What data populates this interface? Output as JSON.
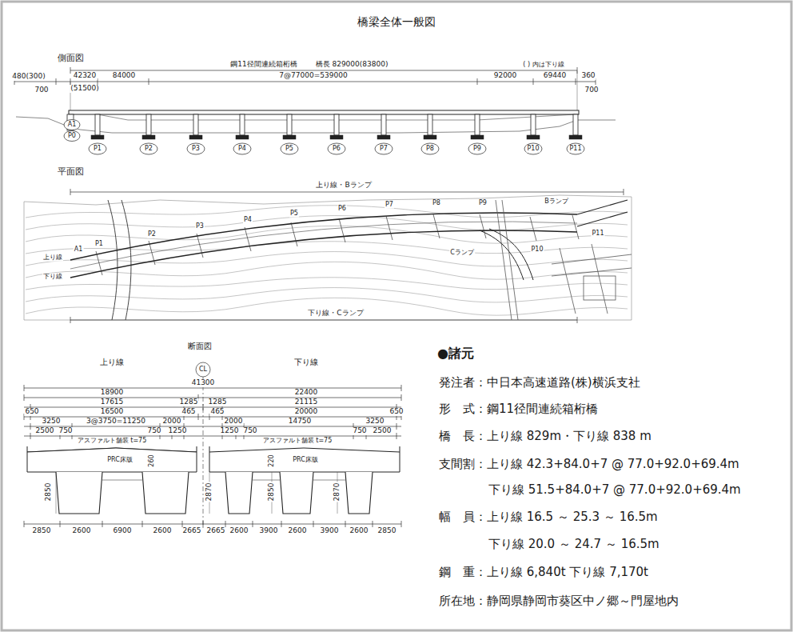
{
  "diagram": {
    "title": "橋梁全体一般図",
    "labels": [
      "側面図",
      "鋼11径間連続箱桁橋",
      "橋長 829000(83800)",
      "(  ) 内は下り線",
      "480(300)",
      "42320",
      "84000",
      "7@77000=539000",
      "92000",
      "69440",
      "360",
      "700",
      "(51500)",
      "700",
      "A1",
      "P0",
      "P1",
      "P2",
      "P3",
      "P4",
      "P5",
      "P6",
      "P7",
      "P8",
      "P9",
      "P10",
      "P11",
      "平面図",
      "上り線・Bランプ",
      "下り線・Cランプ",
      "上り線",
      "下り線",
      "A1",
      "P1",
      "P2",
      "P3",
      "P4",
      "P5",
      "P6",
      "P7",
      "P8",
      "P9",
      "Bランプ",
      "Cランプ",
      "P10",
      "P11",
      "断面図",
      "上り線",
      "下り線",
      "CL",
      "41300",
      "18900",
      "22400",
      "17615",
      "1285",
      "1285",
      "21115",
      "650",
      "16500",
      "465",
      "465",
      "20000",
      "650",
      "3250",
      "3@3750=11250",
      "2000",
      "2000",
      "14750",
      "3250",
      "2500",
      "750",
      "750",
      "1250",
      "1250",
      "750",
      "750",
      "2500",
      "アスファルト舗装 t=75",
      "アスファルト舗装 t=75",
      "PRC床版",
      "PRC床版",
      "260",
      "220",
      "2850",
      "2870",
      "2850",
      "2870",
      "2850",
      "2600",
      "6900",
      "2600",
      "2665",
      "2665",
      "2600",
      "3900",
      "2600",
      "3900",
      "2600",
      "2850",
      "●諸元",
      "発注者：中日本高速道路(株)横浜支社",
      "形　式：鋼11径間連続箱桁橋",
      "橋　長：上り線 829m・下り線 838 m",
      "支間割：上り線 42.3+84.0+7 @ 77.0+92.0+69.4m",
      "下り線 51.5+84.0+7 @ 77.0+92.0+69.4m",
      "幅　員：上り線 16.5 ～ 25.3 ～ 16.5m",
      "下り線 20.0 ～ 24.7 ～ 16.5m",
      "鋼　重：上り線 6,840t 下り線 7,170t",
      "所在地：静岡県静岡市葵区中ノ郷～門屋地内"
    ]
  }
}
